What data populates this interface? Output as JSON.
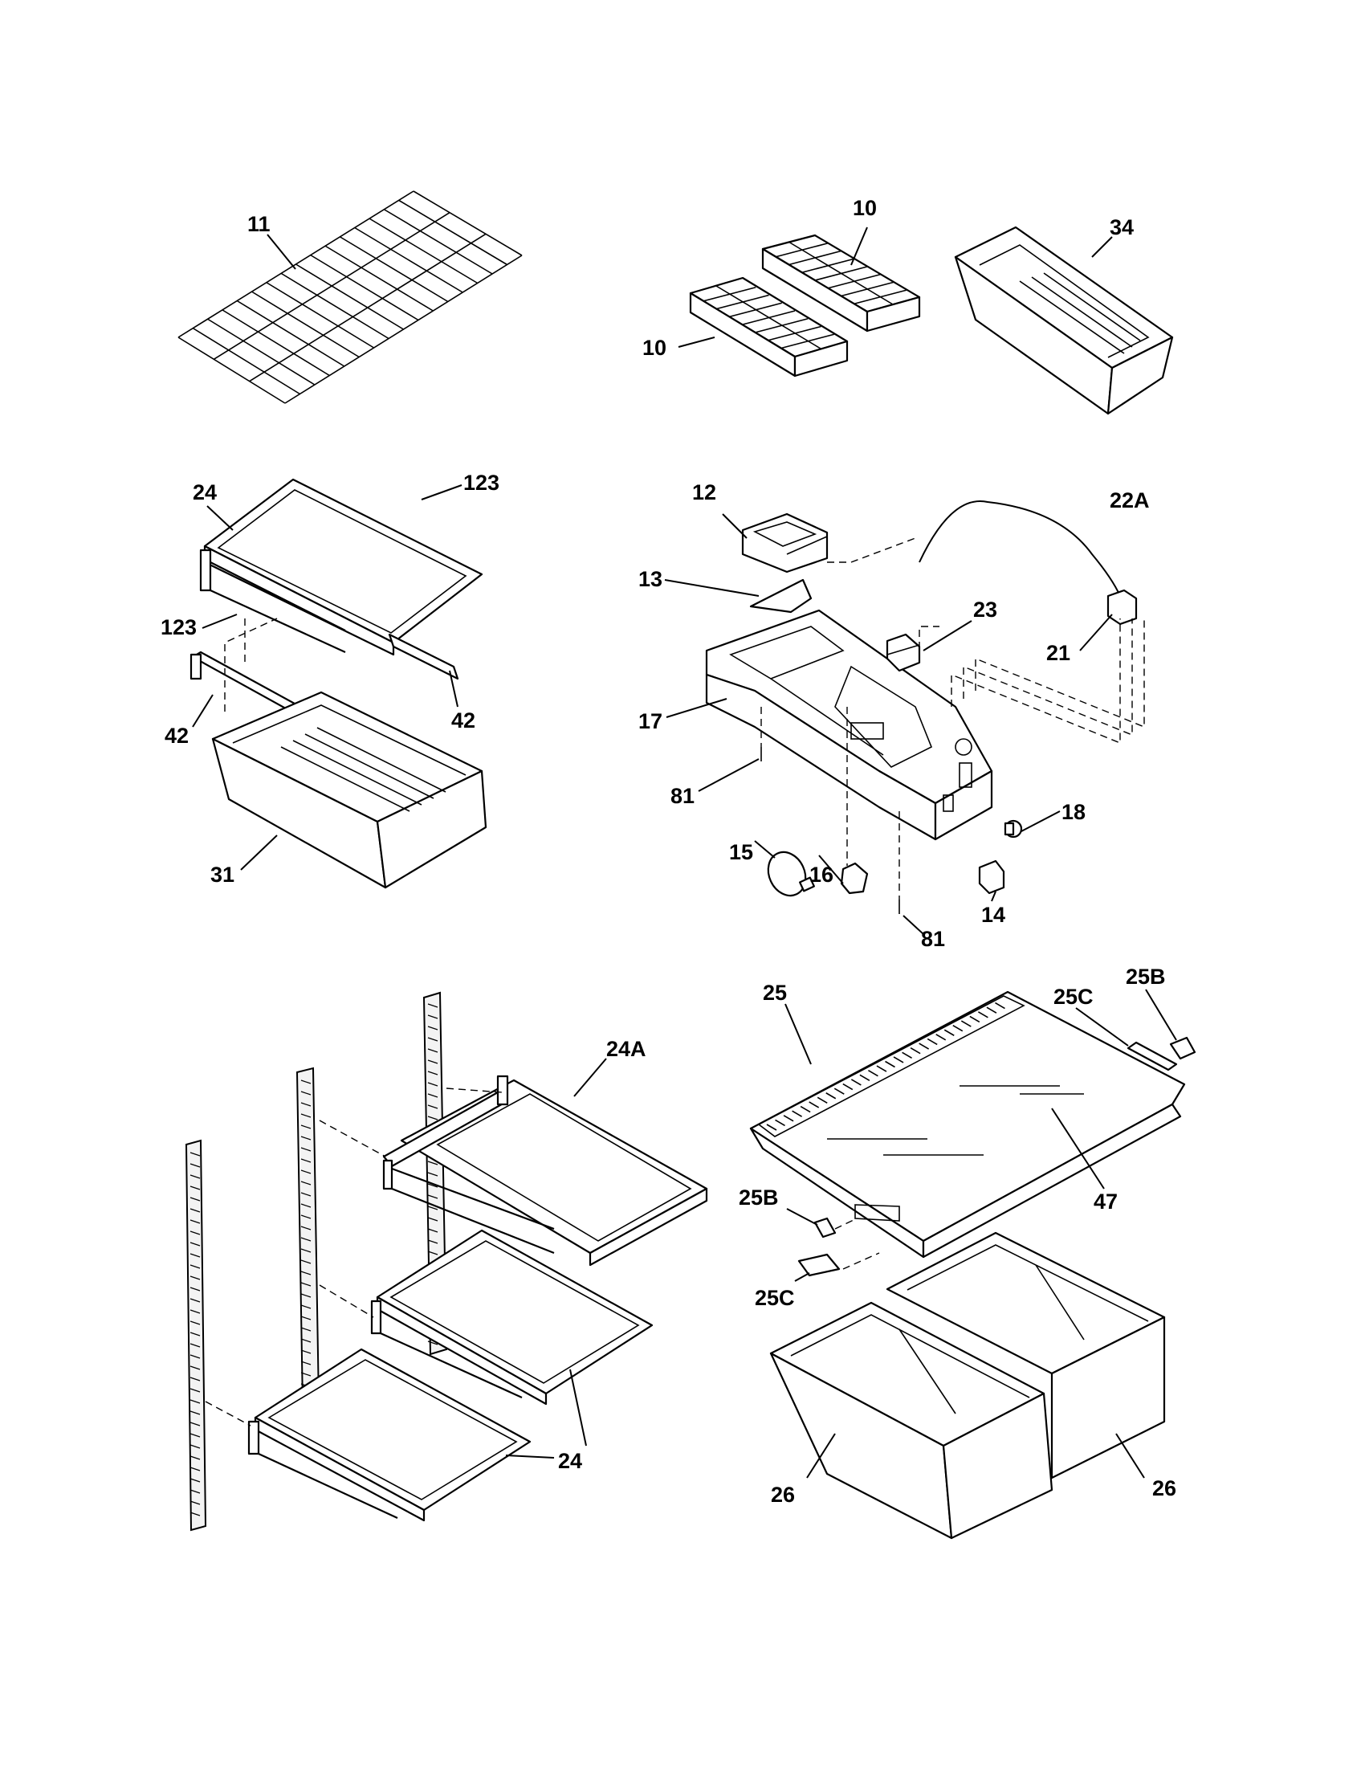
{
  "callouts": {
    "c11": "11",
    "c10a": "10",
    "c10b": "10",
    "c34": "34",
    "c24_top": "24",
    "c123a": "123",
    "c123b": "123",
    "c42a": "42",
    "c42b": "42",
    "c31": "31",
    "c12": "12",
    "c22A": "22A",
    "c13": "13",
    "c23": "23",
    "c21": "21",
    "c17": "17",
    "c81a": "81",
    "c81b": "81",
    "c18": "18",
    "c15": "15",
    "c16": "16",
    "c14": "14",
    "c25": "25",
    "c25C_top": "25C",
    "c25B_top": "25B",
    "c24A": "24A",
    "c47": "47",
    "c25B_mid": "25B",
    "c25C_mid": "25C",
    "c24_bottom": "24",
    "c26a": "26",
    "c26b": "26"
  }
}
